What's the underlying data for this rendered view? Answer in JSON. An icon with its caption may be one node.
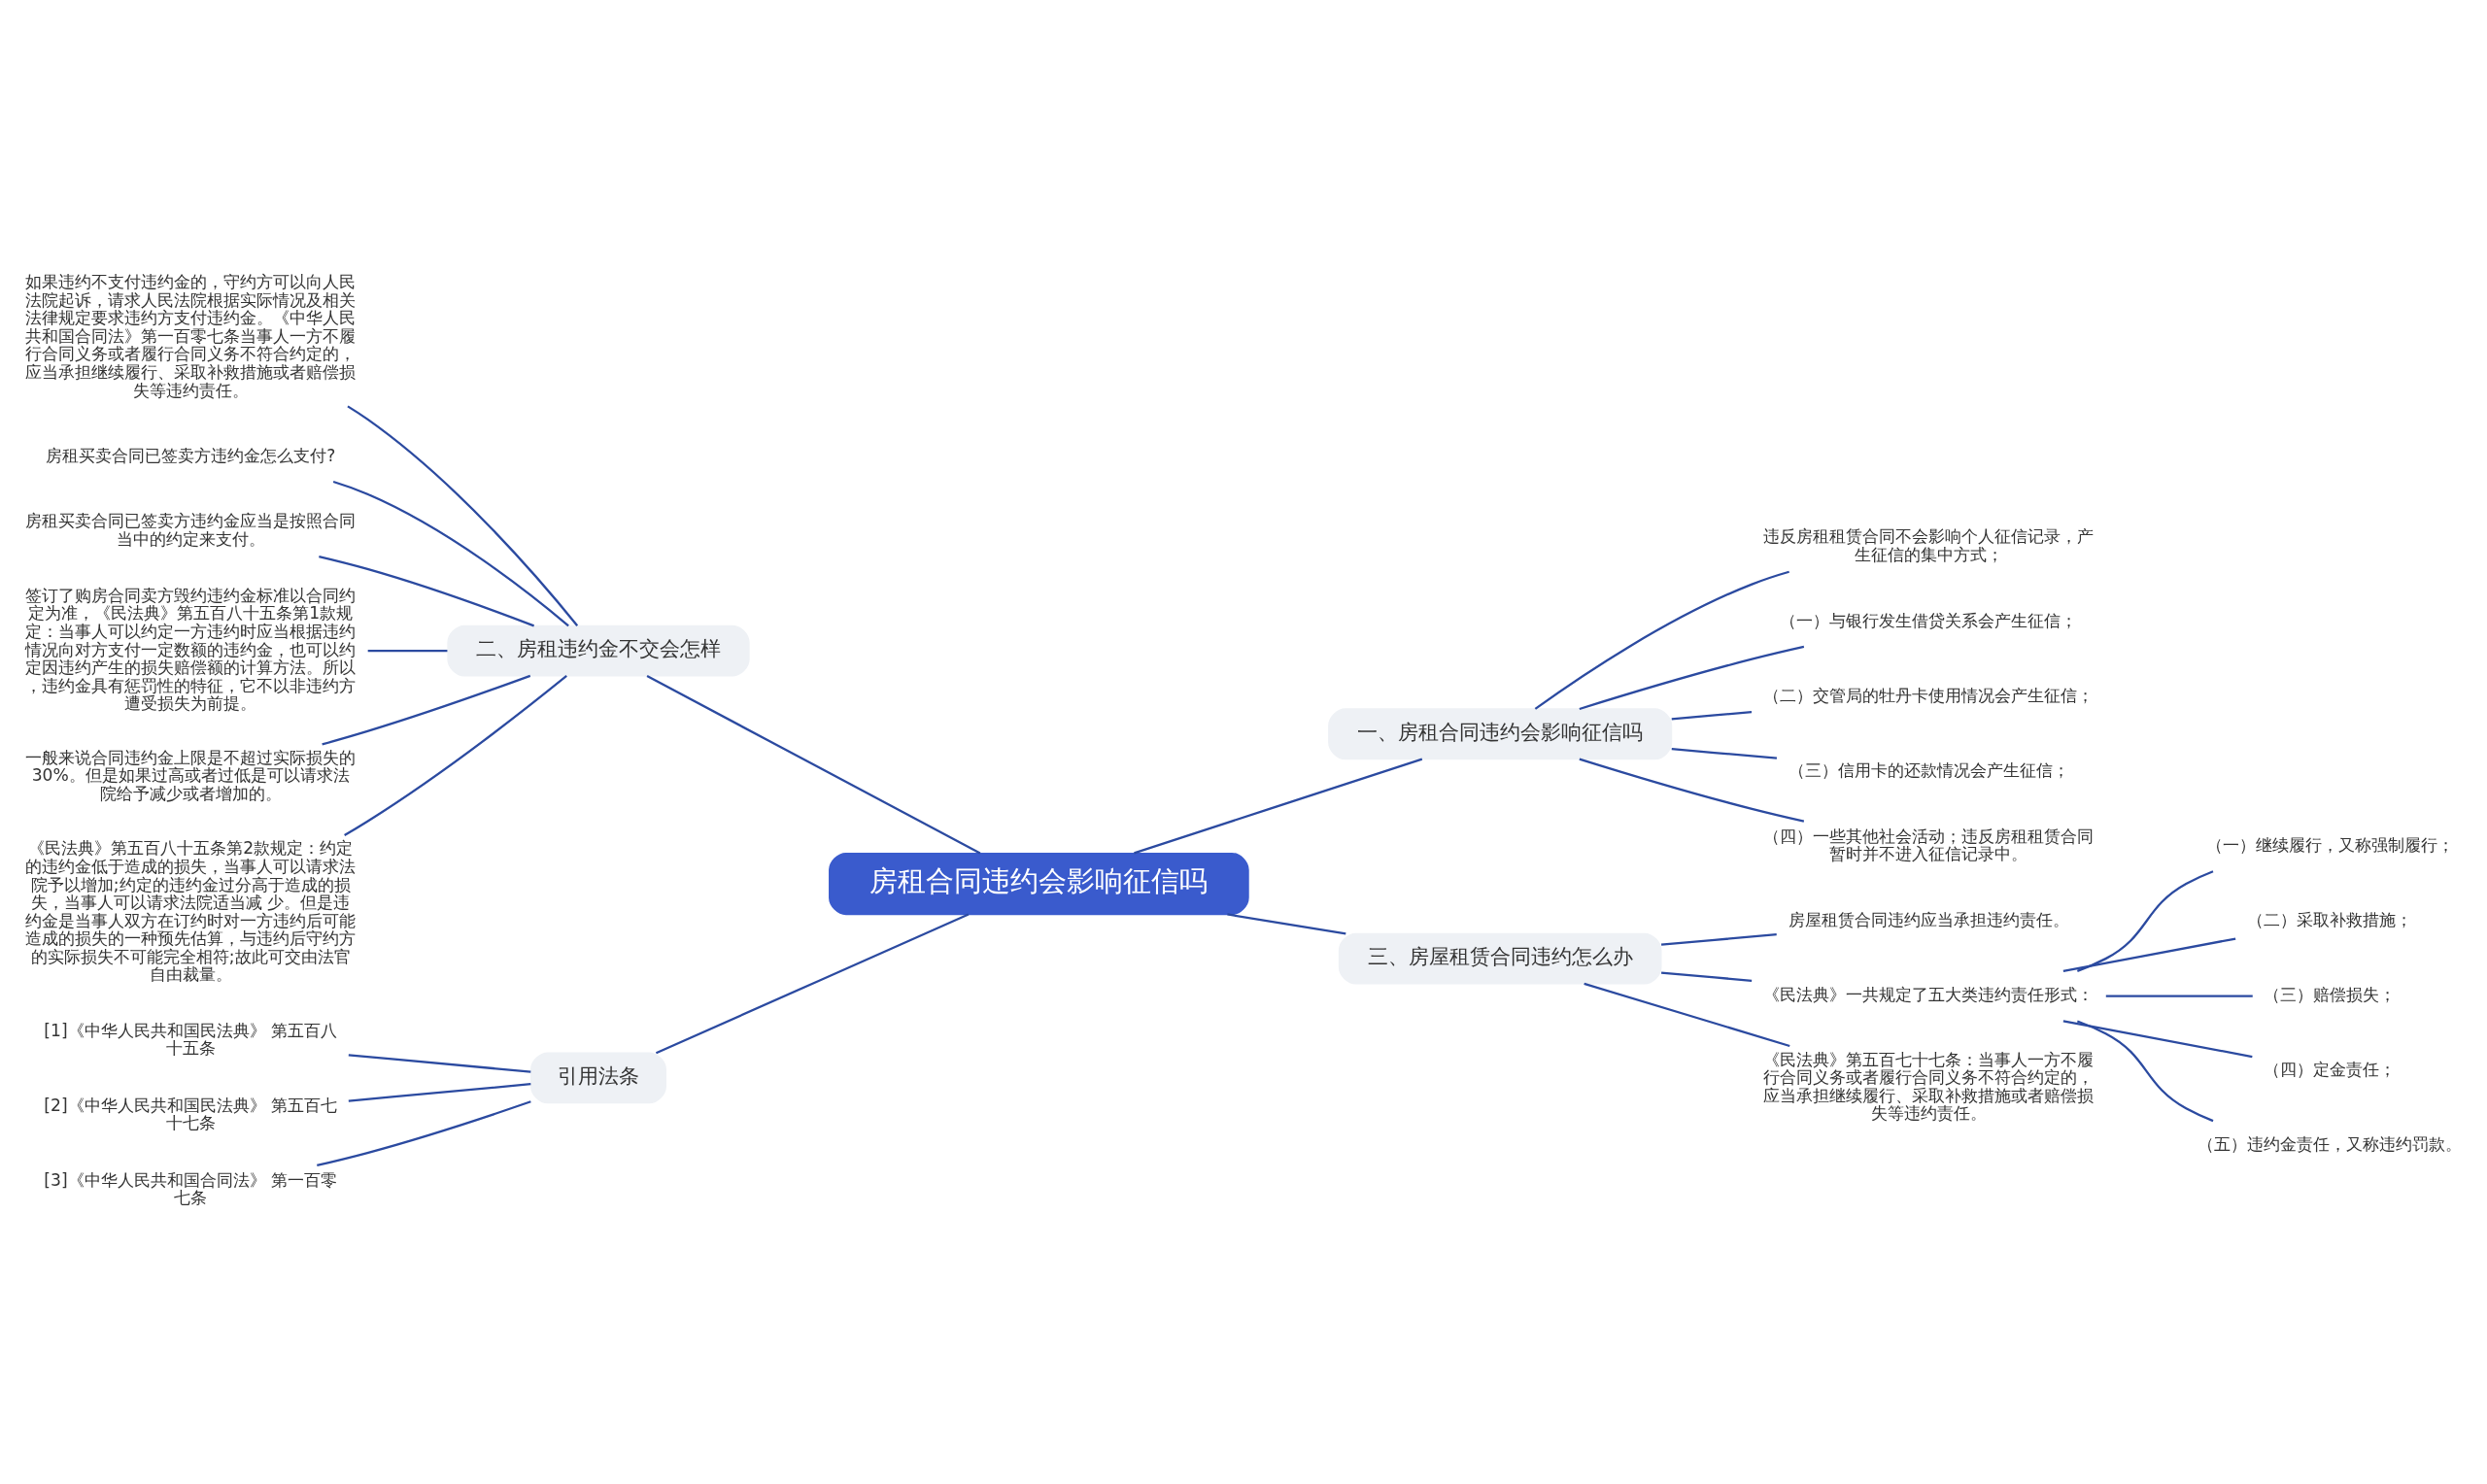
{
  "diagram": {
    "nodes": [
      {
        "text": [
          "房租合同违约会影响征信吗"
        ]
      },
      {
        "text": [
          "一、房租合同违约会影响征信吗"
        ]
      },
      {
        "text": [
          "违反房租租赁合同不会影响个人征信记录，产生征信的集中方式；"
        ]
      },
      {
        "text": [
          "（一）与银行发生借贷关系会产生征信；"
        ]
      },
      {
        "text": [
          "（二）交管局的牡丹卡使用情况会产生征信；"
        ]
      },
      {
        "text": [
          "（三）信用卡的还款情况会产生征信；"
        ]
      },
      {
        "text": [
          "（四）一些其他社会活动；违反房租租赁合同暂时并不进入征信记录中。"
        ]
      },
      {
        "text": [
          "三、房屋租赁合同违约怎么办"
        ]
      },
      {
        "text": [
          "房屋租赁合同违约应当承担违约责任。"
        ]
      },
      {
        "text": [
          "《民法典》一共规定了五大类违约责任形式："
        ]
      },
      {
        "text": [
          "（一）继续履行，又称强制履行；"
        ]
      },
      {
        "text": [
          "（二）采取补救措施；"
        ]
      },
      {
        "text": [
          "（三）赔偿损失；"
        ]
      },
      {
        "text": [
          "（四）定金责任；"
        ]
      },
      {
        "text": [
          "（五）违约金责任，又称违约罚款。"
        ]
      },
      {
        "text": [
          "《民法典》第五百七十七条：当事人一方不履行合同义务或者履行合同义务不符合约定的，应当承担继续履行、采取补救措施或者赔偿损失等违约责任。"
        ]
      },
      {
        "text": [
          "二、房租违约金不交会怎样"
        ]
      },
      {
        "text": [
          "如果违约不支付违约金的，守约方可以向人民法院起诉，请求人民法院根据实际情况及相关法律规定要求违约方支付违约金。《中华人民共和国合同法》第一百零七条当事人一方不履行合同义务或者履行合同义务不符合约定的，应当承担继续履行、采取补救措施或者赔偿损失等违约责任。"
        ]
      },
      {
        "text": [
          "房租买卖合同已签卖方违约金怎么支付?"
        ]
      },
      {
        "text": [
          "房租买卖合同已签卖方违约金应当是按照合同当中的约定来支付。"
        ]
      },
      {
        "text": [
          "签订了购房合同卖方毁约违约金标准以合同约定为准，《民法典》第五百八十五条第1款规定：当事人可以约定一方违约时应当根据违约情况向对方支付一定数额的违约金，也可以约定因违约产生的损失赔偿额的计算方法。所以，违约金具有惩罚性的特征，它不以非违约方遭受损失为前提。"
        ]
      },
      {
        "text": [
          "一般来说合同违约金上限是不超过实际损失的30%。但是如果过高或者过低是可以请求法院给予减少或者增加的。"
        ]
      },
      {
        "text": [
          "《民法典》第五百八十五条第2款规定：约定的违约金低于造成的损失，当事人可以请求法院予以增加;约定的违约金过分高于造成的损失，当事人可以请求法院适当减 少。但是违约金是当事人双方在订约时对一方违约后可能造成的损失的一种预先估算，与违约后守约方的实际损失不可能完全相符;故此可交由法官自由裁量。"
        ]
      },
      {
        "text": [
          "引用法条"
        ]
      },
      {
        "text": [
          "[1]《中华人民共和国民法典》 第五百八十五条"
        ]
      },
      {
        "text": [
          "[2]《中华人民共和国民法典》 第五百七十七条"
        ]
      },
      {
        "text": [
          "[3]《中华人民共和国合同法》 第一百零七条"
        ]
      }
    ],
    "edges": [
      {
        "from": 0,
        "to": 1,
        "arrow": "none"
      },
      {
        "from": 1,
        "to": 2,
        "arrow": "none"
      },
      {
        "from": 1,
        "to": 3,
        "arrow": "none"
      },
      {
        "from": 1,
        "to": 4,
        "arrow": "none"
      },
      {
        "from": 1,
        "to": 5,
        "arrow": "none"
      },
      {
        "from": 1,
        "to": 6,
        "arrow": "none"
      },
      {
        "from": 0,
        "to": 7,
        "arrow": "none"
      },
      {
        "from": 7,
        "to": 8,
        "arrow": "none"
      },
      {
        "from": 7,
        "to": 9,
        "arrow": "none"
      },
      {
        "from": 9,
        "to": 10,
        "arrow": "none"
      },
      {
        "from": 9,
        "to": 11,
        "arrow": "none"
      },
      {
        "from": 9,
        "to": 12,
        "arrow": "none"
      },
      {
        "from": 9,
        "to": 13,
        "arrow": "none"
      },
      {
        "from": 9,
        "to": 14,
        "arrow": "none"
      },
      {
        "from": 7,
        "to": 15,
        "arrow": "none"
      },
      {
        "from": 0,
        "to": 16,
        "arrow": "none"
      },
      {
        "from": 16,
        "to": 17,
        "arrow": "none"
      },
      {
        "from": 16,
        "to": 18,
        "arrow": "none"
      },
      {
        "from": 16,
        "to": 19,
        "arrow": "none"
      },
      {
        "from": 16,
        "to": 20,
        "arrow": "none"
      },
      {
        "from": 16,
        "to": 21,
        "arrow": "none"
      },
      {
        "from": 16,
        "to": 22,
        "arrow": "none"
      },
      {
        "from": 0,
        "to": 23,
        "arrow": "none"
      },
      {
        "from": 23,
        "to": 24,
        "arrow": "none"
      },
      {
        "from": 23,
        "to": 25,
        "arrow": "none"
      },
      {
        "from": 23,
        "to": 26,
        "arrow": "none"
      }
    ]
  }
}
